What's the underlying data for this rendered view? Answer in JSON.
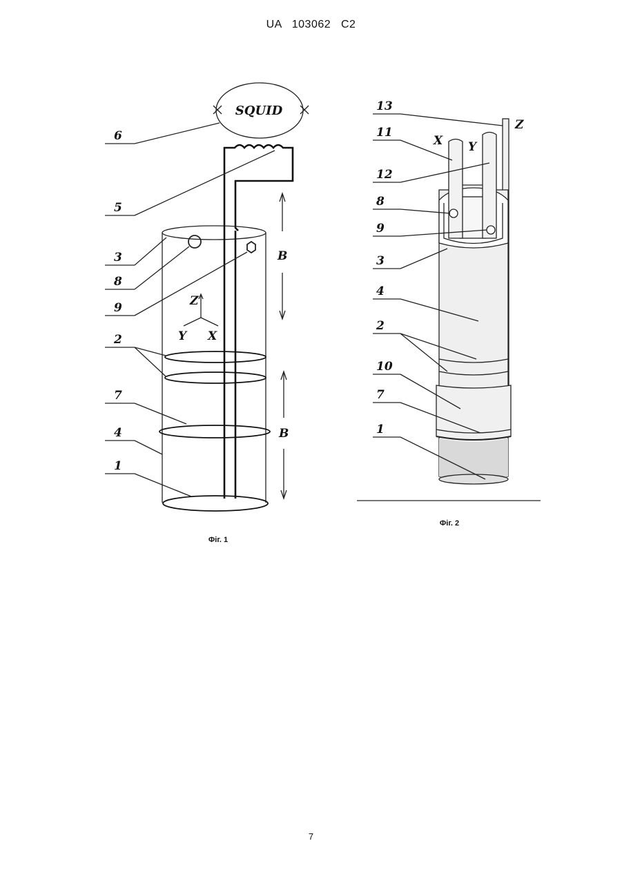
{
  "header": {
    "patent_id": "UA   103062   C2"
  },
  "figure1": {
    "caption": "Фіг. 1",
    "squid_label": "SQUID",
    "field_label_top": "B",
    "field_label_bottom": "B",
    "axes": {
      "z": "Z",
      "y": "Y",
      "x": "X"
    },
    "callouts": [
      "6",
      "5",
      "3",
      "8",
      "9",
      "2",
      "7",
      "4",
      "1"
    ]
  },
  "figure2": {
    "caption": "Фіг. 2",
    "rod_labels": {
      "x": "X",
      "y": "Y",
      "z": "Z"
    },
    "callouts": [
      "13",
      "11",
      "12",
      "8",
      "9",
      "3",
      "4",
      "2",
      "10",
      "7",
      "1"
    ]
  },
  "footer": {
    "page_number": "7"
  }
}
